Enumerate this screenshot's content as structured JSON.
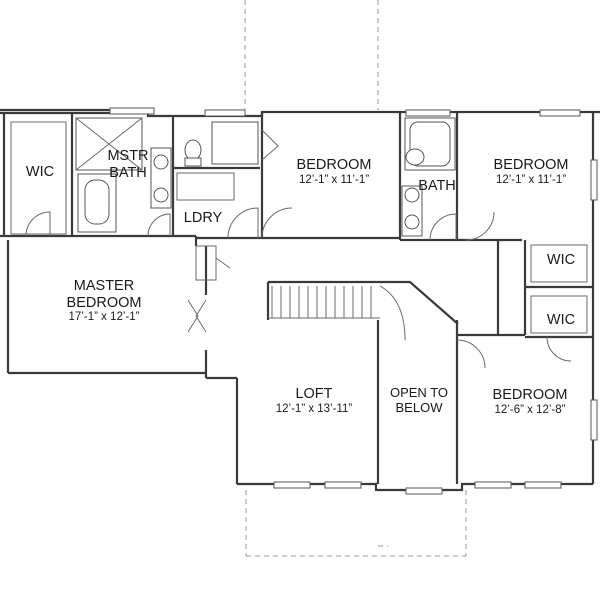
{
  "rooms": {
    "wic_master": {
      "name": "WIC"
    },
    "master_bath": {
      "name_line1": "MSTR",
      "name_line2": "BATH"
    },
    "laundry": {
      "name": "LDRY"
    },
    "bedroom_2": {
      "name": "BEDROOM",
      "size": "12’-1” x 11’-1”"
    },
    "bath": {
      "name": "BATH"
    },
    "bedroom_3": {
      "name": "BEDROOM",
      "size": "12’-1” x 11’-1”"
    },
    "wic_2": {
      "name": "WIC"
    },
    "wic_3": {
      "name": "WIC"
    },
    "master_bedroom": {
      "name_line1": "MASTER",
      "name_line2": "BEDROOM",
      "size": "17’-1” x 12’-1”"
    },
    "loft": {
      "name": "LOFT",
      "size": "12’-1” x 13’-11”"
    },
    "open_to_below": {
      "name_line1": "OPEN TO",
      "name_line2": "BELOW"
    },
    "bedroom_4": {
      "name": "BEDROOM",
      "size": "12’-6” x 12’-8”"
    }
  }
}
